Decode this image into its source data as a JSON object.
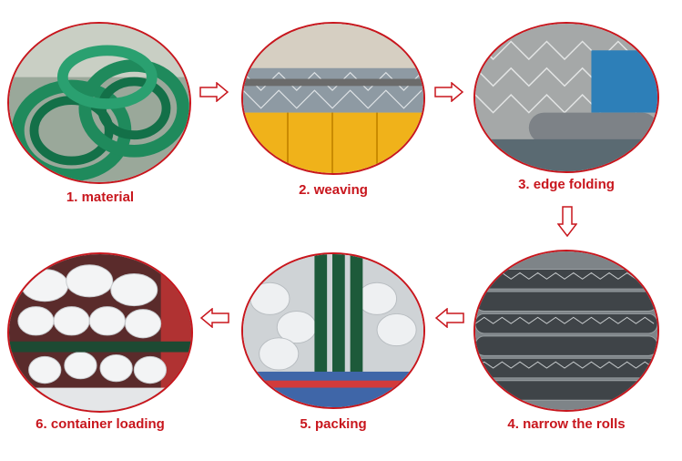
{
  "steps": [
    {
      "label": "1. material",
      "icon": "green-wire-coils"
    },
    {
      "label": "2. weaving",
      "icon": "weaving-machine"
    },
    {
      "label": "3. edge folding",
      "icon": "edge-folding-machine"
    },
    {
      "label": "4. narrow the rolls",
      "icon": "mesh-rolls"
    },
    {
      "label": "5. packing",
      "icon": "packed-rolls"
    },
    {
      "label": "6. container loading",
      "icon": "container-rolls"
    }
  ],
  "colors": {
    "accent": "#c8161d",
    "arrow_fill": "#ffffff",
    "arrow_stroke": "#c8161d"
  }
}
